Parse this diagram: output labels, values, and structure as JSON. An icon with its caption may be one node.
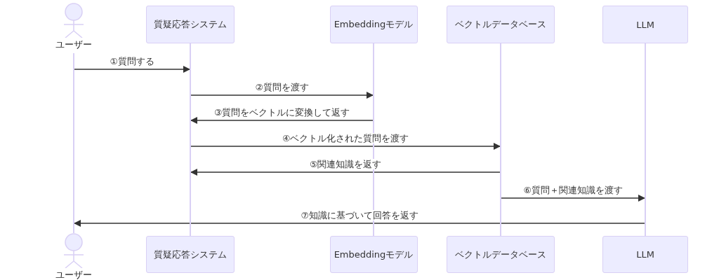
{
  "diagram": {
    "nodes": [
      {
        "text": [
          "ユーザー"
        ]
      },
      {
        "text": [
          "質疑応答システム"
        ]
      },
      {
        "text": [
          "Embeddingモデル"
        ]
      },
      {
        "text": [
          "ベクトルデータベース"
        ]
      },
      {
        "text": [
          "LLM"
        ]
      },
      {
        "text": [],
        "shape": "bar"
      },
      {
        "text": [],
        "shape": "bar"
      },
      {
        "text": [],
        "shape": "bar"
      },
      {
        "text": [],
        "shape": "bar"
      },
      {
        "text": [],
        "shape": "bar"
      },
      {
        "text": [
          "ユーザー"
        ]
      },
      {
        "text": [
          "質疑応答システム"
        ]
      },
      {
        "text": [
          "Embeddingモデル"
        ]
      },
      {
        "text": [
          "ベクトルデータベース"
        ]
      },
      {
        "text": [
          "LLM"
        ]
      }
    ],
    "edges": [
      {
        "from": 5,
        "to": 6,
        "arrow": "to",
        "label": "①質問する"
      },
      {
        "from": 6,
        "to": 7,
        "arrow": "to",
        "label": "②質問を渡す"
      },
      {
        "from": 7,
        "to": 6,
        "arrow": "to",
        "label": "③質問をベクトルに変換して返す"
      },
      {
        "from": 6,
        "to": 8,
        "arrow": "to",
        "label": "④ベクトル化された質問を渡す"
      },
      {
        "from": 8,
        "to": 6,
        "arrow": "to",
        "label": "⑤関連知識を返す"
      },
      {
        "from": 8,
        "to": 9,
        "arrow": "to",
        "label": "⑥質問＋関連知識を渡す"
      },
      {
        "from": 9,
        "to": 5,
        "arrow": "to",
        "label": "⑦知識に基づいて回答を返す"
      }
    ]
  }
}
